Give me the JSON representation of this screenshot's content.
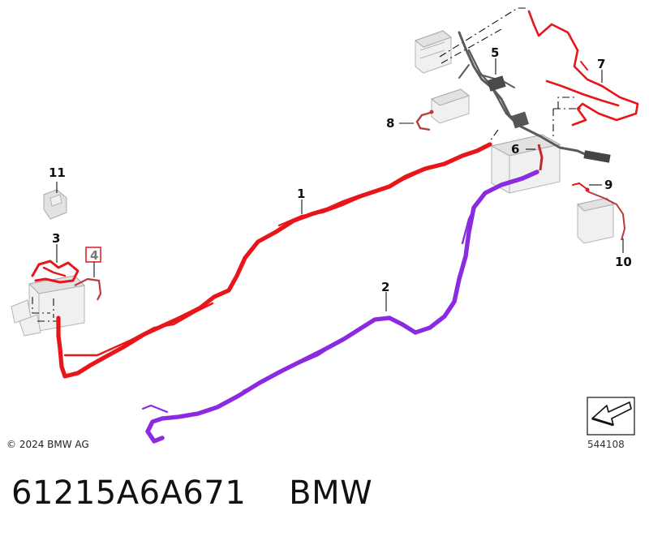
{
  "callouts": {
    "c1": "1",
    "c2": "2",
    "c3": "3",
    "c4": "4",
    "c5": "5",
    "c6": "6",
    "c7": "7",
    "c8": "8",
    "c9": "9",
    "c10": "10",
    "c11": "11"
  },
  "copyright": "© 2024 BMW AG",
  "diagram_code": "544108",
  "footer": {
    "part_number": "61215A6A671",
    "brand": "BMW"
  },
  "colors": {
    "positive_cable": "#e8151b",
    "purple_cable": "#8a2be2",
    "harness_grey": "#5a5a5a"
  }
}
